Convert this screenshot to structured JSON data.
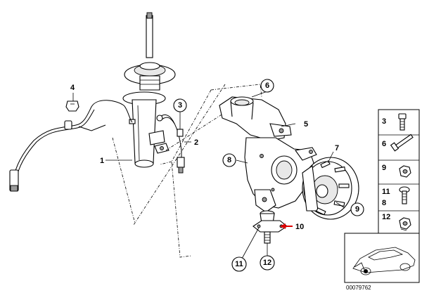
{
  "callouts": {
    "c1": "1",
    "c2": "2",
    "c3": "3",
    "c4": "4",
    "c5": "5",
    "c6": "6",
    "c7": "7",
    "c8": "8",
    "c9": "9",
    "c10": "10",
    "c11": "11",
    "c12": "12"
  },
  "legend": {
    "items": [
      {
        "num": "3",
        "icon": "bolt-icon"
      },
      {
        "num": "6",
        "icon": "long-bolt-icon"
      },
      {
        "num": "9",
        "icon": "nut-icon"
      },
      {
        "num": "11",
        "num2": "8",
        "icon": "screw-icon"
      },
      {
        "num": "12",
        "icon": "self-locking-nut-icon"
      }
    ]
  },
  "reference_number": "00079762",
  "colors": {
    "line": "#000000",
    "highlight_arrow": "#e00000",
    "background": "#ffffff"
  }
}
